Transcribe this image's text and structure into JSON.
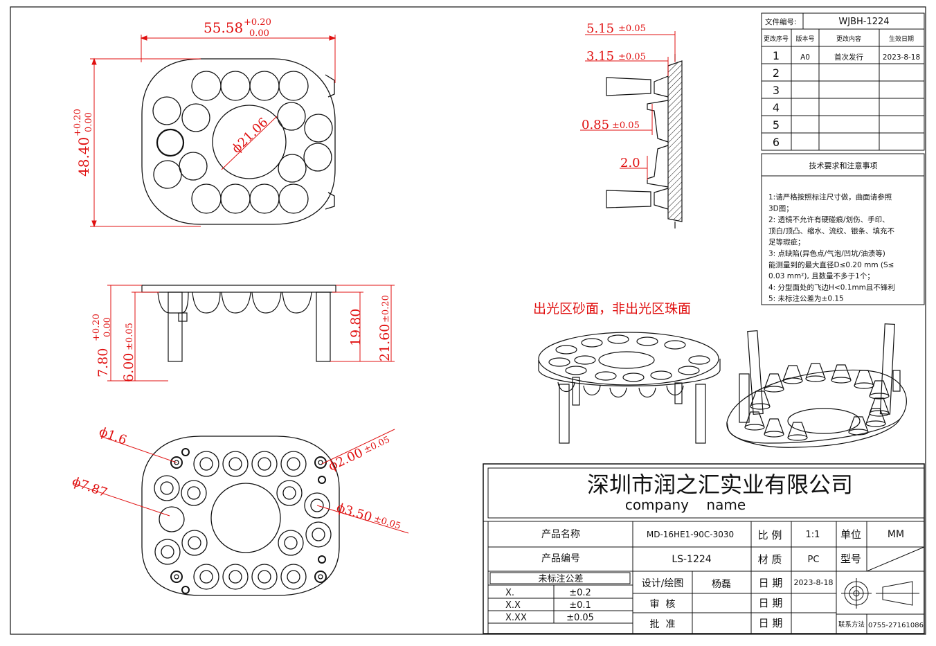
{
  "doc_number_label": "文件编号:",
  "doc_number": "WJBH-1224",
  "revision_table": {
    "headers": [
      "更改序号",
      "版本号",
      "更改内容",
      "生效日期"
    ],
    "rows": [
      [
        "1",
        "A0",
        "首次发行",
        "2023-8-18"
      ],
      [
        "2",
        "",
        "",
        ""
      ],
      [
        "3",
        "",
        "",
        ""
      ],
      [
        "4",
        "",
        "",
        ""
      ],
      [
        "5",
        "",
        "",
        ""
      ],
      [
        "6",
        "",
        "",
        ""
      ]
    ]
  },
  "tech_title": "技术要求和注意事项",
  "tech_notes": [
    "1:请严格按照标注尺寸做，曲面请参照",
    "3D图；",
    "2: 透镜不允许有硬碰痕/划伤、手印、",
    "顶白/顶凸、缩水、流纹、银条、填充不",
    "足等瑕疵；",
    "3: 点缺陷(异色点/气泡/凹坑/油渍等)",
    "能测量到的最大直径D≤0.20 mm (S≤",
    "0.03 mm²), 且数量不多于1个；",
    "4: 分型面处的飞边H<0.1mm且不锋利",
    "5: 未标注公差为±0.15"
  ],
  "surface_note": "出光区砂面，非出光区珠面",
  "dims": {
    "width": "55.58",
    "width_tol_up": "+0.20",
    "width_tol_dn": "0.00",
    "height": "48.40",
    "height_tol_up": "+0.20",
    "height_tol_dn": "0.00",
    "center_dia": "ϕ21.06",
    "d_5_15": "5.15",
    "tol_5_15": "±0.05",
    "d_3_15": "3.15",
    "tol_3_15": "±0.05",
    "d_0_85": "0.85",
    "tol_0_85": "±0.05",
    "d_2_0": "2.0",
    "d_7_80": "7.80",
    "tol_7_80_up": "+0.20",
    "tol_7_80_dn": "0.00",
    "d_6_00": "6.00",
    "tol_6_00": "±0.05",
    "d_19_80": "19.80",
    "d_21_60": "21.60",
    "tol_21_60": "±0.20",
    "dia_1_6": "ϕ1.6",
    "dia_7_87": "ϕ7.87",
    "dia_2_00": "ϕ2.00",
    "tol_2_00": "±0.05",
    "dia_3_50": "ϕ3.50",
    "tol_3_50": "±0.05"
  },
  "company": {
    "name_cn": "深圳市润之汇实业有限公司",
    "name_en": "company    name"
  },
  "title_block": {
    "product_name_label": "产品名称",
    "product_name": "MD-16HE1-90C-3030",
    "product_code_label": "产品编号",
    "product_code": "LS-1224",
    "tolerance_title": "未标注公差",
    "tolerances": [
      [
        "X.",
        "±0.2"
      ],
      [
        "X.X",
        "±0.1"
      ],
      [
        "X.XX",
        "±0.05"
      ]
    ],
    "design_label": "设计/绘图",
    "designer": "杨磊",
    "review_label": "审  核",
    "approve_label": "批  准",
    "scale_label": "比 例",
    "scale": "1:1",
    "unit_label": "单位",
    "unit": "MM",
    "material_label": "材 质",
    "material": "PC",
    "model_label": "型号",
    "date_label": "日 期",
    "date": "2023-8-18",
    "contact_label": "联系方法",
    "contact": "0755-27161086"
  },
  "colors": {
    "dimension": "#e01010",
    "line": "#111111"
  }
}
